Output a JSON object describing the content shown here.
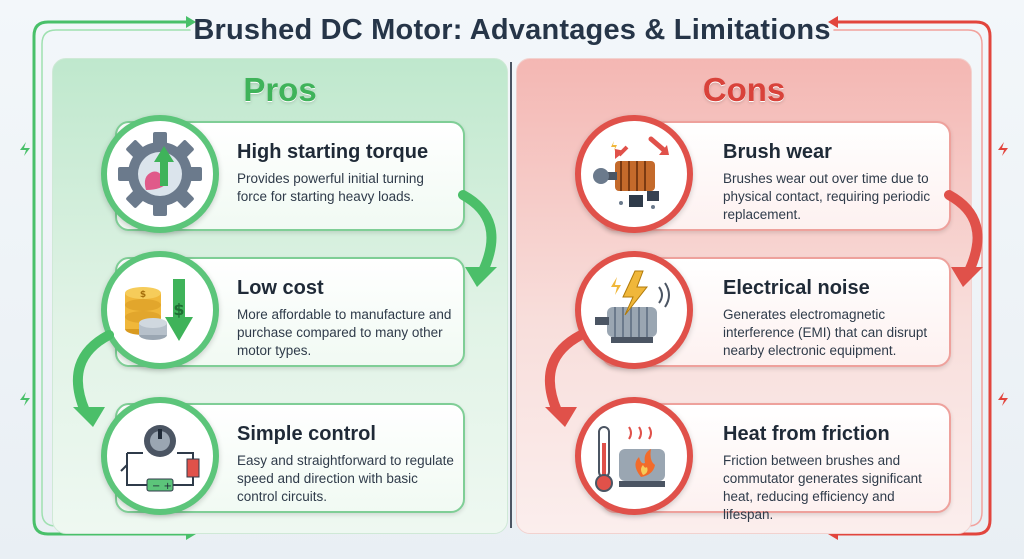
{
  "title": "Brushed DC Motor: Advantages & Limitations",
  "pros": {
    "heading": "Pros",
    "color": "#3fb35a",
    "items": [
      {
        "title": "High starting torque",
        "desc": "Provides powerful initial turning force for starting heavy loads.",
        "icon": "gear-bicep-arrow-icon"
      },
      {
        "title": "Low cost",
        "desc": "More affordable to manufacture and purchase compared to many other motor types.",
        "icon": "coins-dollar-down-icon"
      },
      {
        "title": "Simple control",
        "desc": "Easy and straightforward to regulate speed and direction with basic control circuits.",
        "icon": "control-circuit-icon"
      }
    ]
  },
  "cons": {
    "heading": "Cons",
    "color": "#d9423a",
    "items": [
      {
        "title": "Brush wear",
        "desc": "Brushes wear out over time due to physical contact, requiring periodic replacement.",
        "icon": "worn-brushes-icon"
      },
      {
        "title": "Electrical noise",
        "desc": "Generates electromagnetic interference (EMI) that can disrupt nearby electronic equipment.",
        "icon": "motor-lightning-icon"
      },
      {
        "title": "Heat from friction",
        "desc": "Friction between brushes and commutator generates significant heat, reducing efficiency and lifespan.",
        "icon": "hot-motor-thermometer-icon"
      }
    ]
  }
}
